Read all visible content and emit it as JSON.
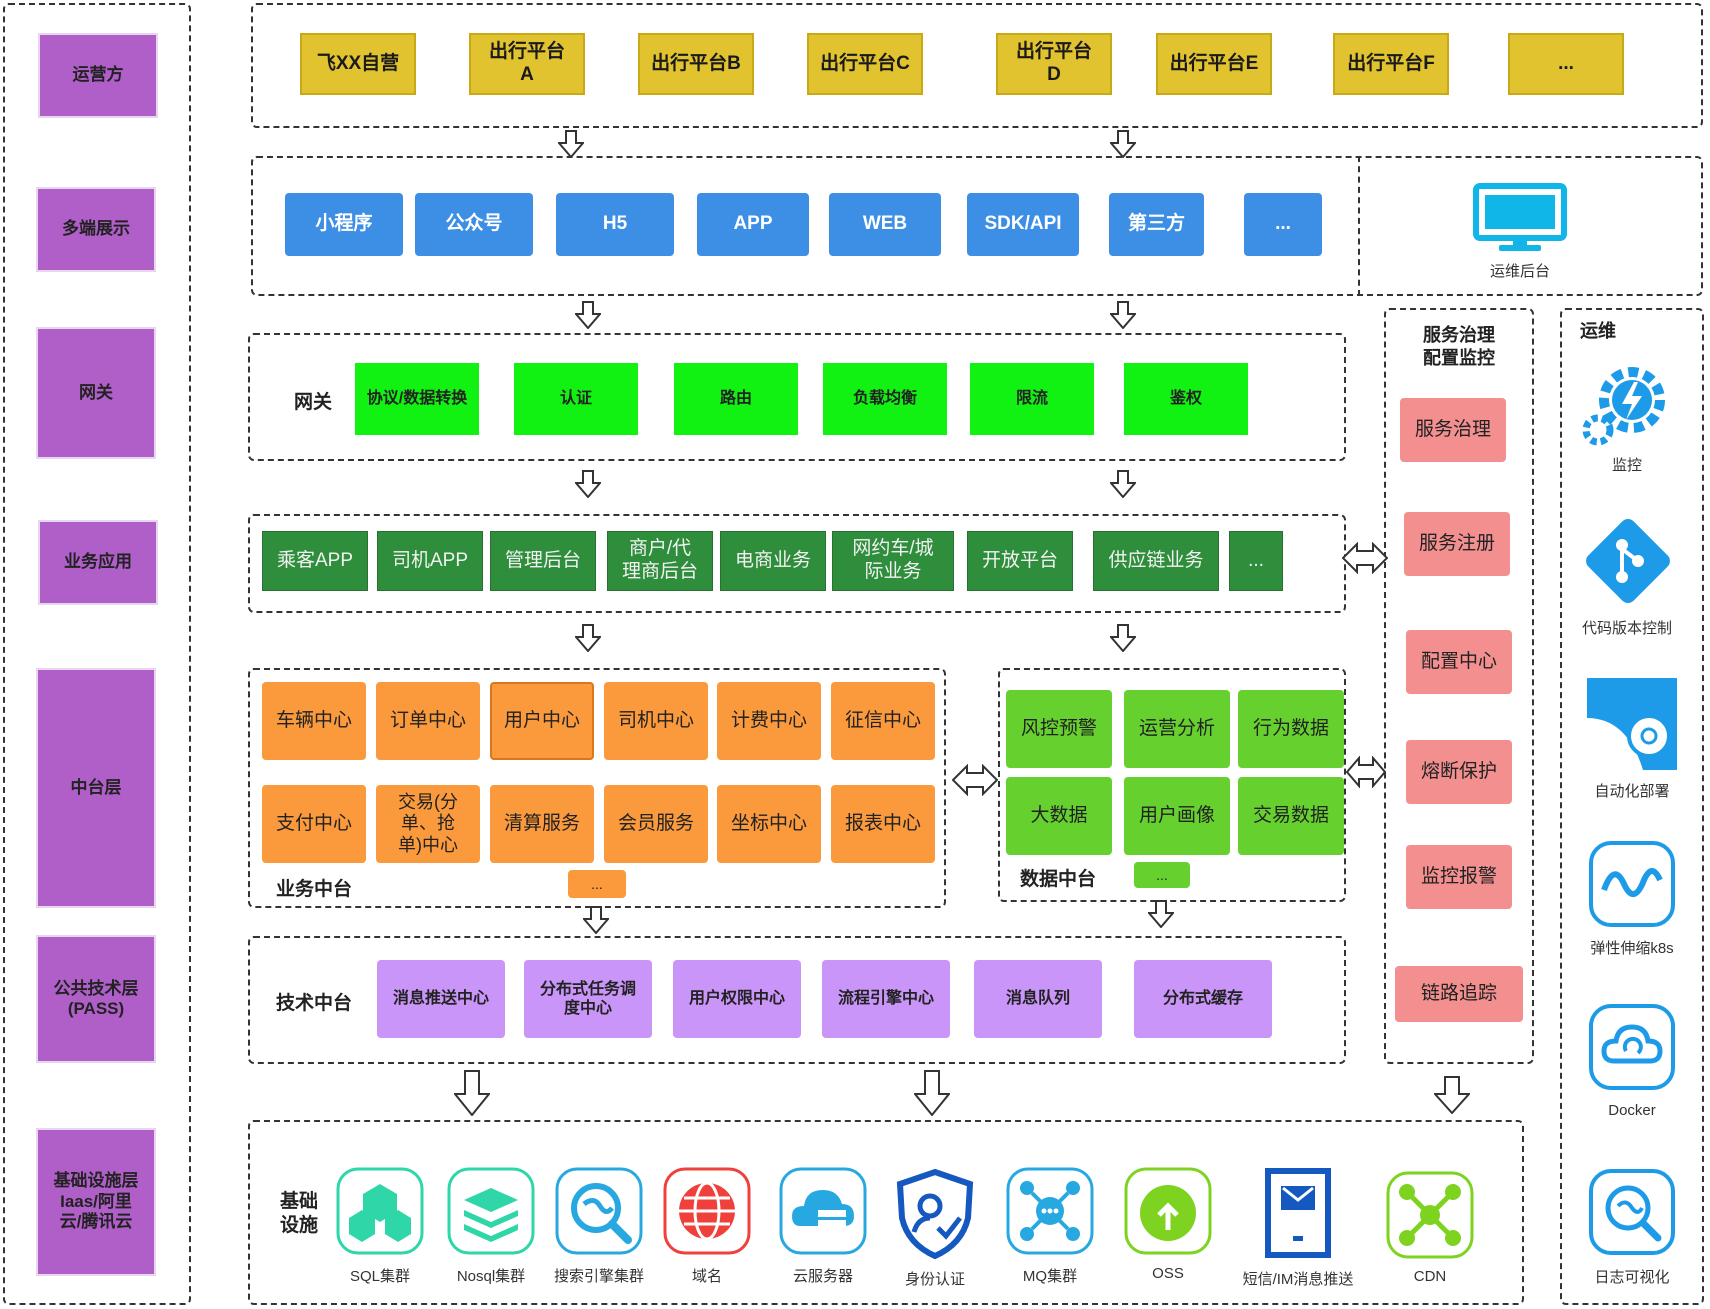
{
  "layers": [
    "运营方",
    "多端展示",
    "网关",
    "业务应用",
    "中台层",
    "公共技术层\n(PASS)",
    "基础设施层\nIaas/阿里\n云/腾讯云"
  ],
  "operators": [
    "飞XX自营",
    "出行平台\nA",
    "出行平台B",
    "出行平台C",
    "出行平台\nD",
    "出行平台E",
    "出行平台F",
    "..."
  ],
  "terminals": [
    "小程序",
    "公众号",
    "H5",
    "APP",
    "WEB",
    "SDK/API",
    "第三方",
    "..."
  ],
  "ops_console": "运维后台",
  "gateway": {
    "title": "网关",
    "items": [
      "协议/数据转换",
      "认证",
      "路由",
      "负载均衡",
      "限流",
      "鉴权"
    ]
  },
  "business_apps": [
    "乘客APP",
    "司机APP",
    "管理后台",
    "商户/代\n理商后台",
    "电商业务",
    "网约车/城\n际业务",
    "开放平台",
    "供应链业务",
    "..."
  ],
  "business_middle": {
    "title": "业务中台",
    "row1": [
      "车辆中心",
      "订单中心",
      "用户中心",
      "司机中心",
      "计费中心",
      "征信中心"
    ],
    "row2": [
      "支付中心",
      "交易(分\n单、抢\n单)中心",
      "清算服务",
      "会员服务",
      "坐标中心",
      "报表中心"
    ],
    "more": "..."
  },
  "data_middle": {
    "title": "数据中台",
    "row1": [
      "风控预警",
      "运营分析",
      "行为数据"
    ],
    "row2": [
      "大数据",
      "用户画像",
      "交易数据"
    ],
    "more": "..."
  },
  "tech_middle": {
    "title": "技术中台",
    "items": [
      "消息推送中心",
      "分布式任务调\n度中心",
      "用户权限中心",
      "流程引擎中心",
      "消息队列",
      "分布式缓存"
    ]
  },
  "infra": {
    "title": "基础\n设施",
    "items": [
      {
        "label": "SQL集群",
        "icon": "sql-cluster-icon",
        "color": "#2fd6a8"
      },
      {
        "label": "Nosql集群",
        "icon": "nosql-cluster-icon",
        "color": "#2fd6a8"
      },
      {
        "label": "搜索引擎集群",
        "icon": "search-engine-icon",
        "color": "#28a8e0"
      },
      {
        "label": "域名",
        "icon": "globe-icon",
        "color": "#f0403c"
      },
      {
        "label": "云服务器",
        "icon": "cloud-server-icon",
        "color": "#28a8e0"
      },
      {
        "label": "身份认证",
        "icon": "shield-user-icon",
        "color": "#1558c0"
      },
      {
        "label": "MQ集群",
        "icon": "mq-cluster-icon",
        "color": "#28a8e0"
      },
      {
        "label": "OSS",
        "icon": "oss-cloud-icon",
        "color": "#7ed321"
      },
      {
        "label": "短信/IM消息推送",
        "icon": "message-icon",
        "color": "#1558c0"
      },
      {
        "label": "CDN",
        "icon": "cdn-icon",
        "color": "#7ed321"
      }
    ]
  },
  "governance": {
    "title": "服务治理\n配置监控",
    "items": [
      "服务治理",
      "服务注册",
      "配置中心",
      "熔断保护",
      "监控报警",
      "链路追踪"
    ]
  },
  "devops": {
    "title": "运维",
    "items": [
      {
        "label": "监控",
        "icon": "gear-lightning-icon",
        "color": "#1e9be8"
      },
      {
        "label": "代码版本控制",
        "icon": "git-icon",
        "color": "#1e9be8"
      },
      {
        "label": "自动化部署",
        "icon": "deploy-disk-icon",
        "color": "#1e9be8"
      },
      {
        "label": "弹性伸缩k8s",
        "icon": "elastic-wave-icon",
        "color": "#1e9be8"
      },
      {
        "label": "Docker",
        "icon": "docker-cloud-icon",
        "color": "#1e9be8"
      },
      {
        "label": "日志可视化",
        "icon": "log-search-icon",
        "color": "#1e9be8"
      }
    ]
  },
  "colors": {
    "layer": "#b05fc9",
    "operator": "#e1c22f",
    "terminal": "#3d8fe6",
    "gateway": "#12f212",
    "app": "#2f8e3c",
    "middle": "#fa9a3c",
    "data": "#66d12e",
    "tech": "#c995f8",
    "governance": "#f38f8f"
  }
}
